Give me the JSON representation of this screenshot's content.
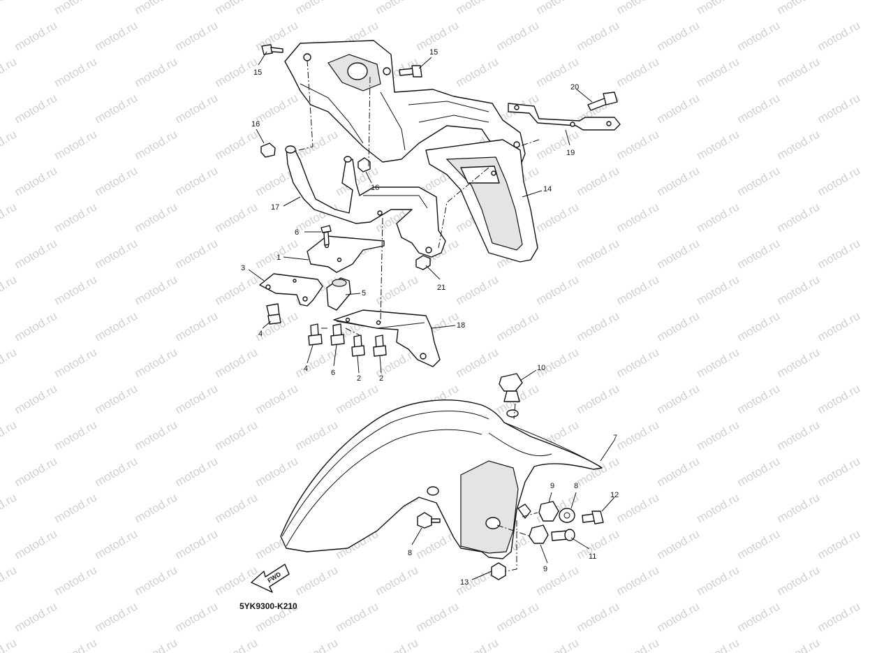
{
  "watermark": "motod.ru",
  "drawing_code": "5YK9300-K210",
  "fwd_label": "FWD",
  "callouts": [
    "1",
    "2",
    "2",
    "3",
    "4",
    "4",
    "5",
    "6",
    "6",
    "7",
    "8",
    "8",
    "9",
    "9",
    "10",
    "11",
    "12",
    "13",
    "14",
    "15",
    "15",
    "16",
    "16",
    "17",
    "18",
    "19",
    "20",
    "21"
  ]
}
